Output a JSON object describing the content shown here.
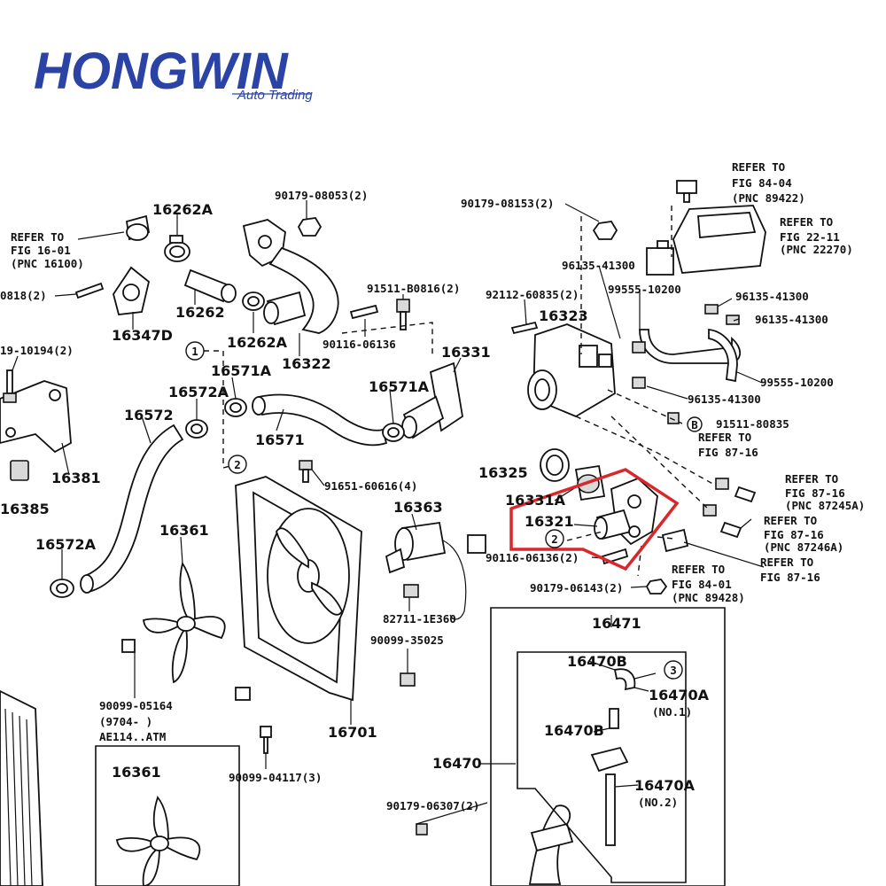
{
  "logo": {
    "brand": "HONGWIN",
    "sub": "Auto Trading"
  },
  "highlight_color": "#d9272b",
  "labels": {
    "l_90179_08053": "90179-08053(2)",
    "l_16262A_top": "16262A",
    "l_refer_16_01_a": "REFER TO",
    "l_refer_16_01_b": "FIG 16-01",
    "l_refer_16_01_c": "(PNC 16100)",
    "l_0818": "0818(2)",
    "l_16262": "16262",
    "l_16347D": "16347D",
    "l_16262A_mid": "16262A",
    "l_16322": "16322",
    "l_91511_B0816": "91511-B0816(2)",
    "l_90116_06136_top": "90116-06136",
    "l_16331": "16331",
    "l_19_10194": "19-10194(2)",
    "l_16571A_left": "16571A",
    "l_16572A_top": "16572A",
    "l_16571A_right": "16571A",
    "l_16572": "16572",
    "l_16571": "16571",
    "l_16381": "16381",
    "l_16385": "16385",
    "l_91651": "91651-60616(4)",
    "l_16363": "16363",
    "l_16572A_bot": "16572A",
    "l_16361_top": "16361",
    "l_82711": "82711-1E360",
    "l_90099_35025": "90099-35025",
    "l_90099_05164": "90099-05164",
    "l_9704": "(9704-        )",
    "l_AE114": "AE114..ATM",
    "l_16701": "16701",
    "l_16361_bot": "16361",
    "l_90099_04117": "90099-04117(3)",
    "l_90179_08153": "90179-08153(2)",
    "l_96135_41300_a": "96135-41300",
    "l_92112": "92112-60835(2)",
    "l_16323": "16323",
    "l_99555_10200_a": "99555-10200",
    "l_96135_41300_b": "96135-41300",
    "l_96135_41300_c": "96135-41300",
    "l_99555_10200_b": "99555-10200",
    "l_96135_41300_d": "96135-41300",
    "l_91511_80835": "91511-80835",
    "l_refer_84_04_a": "REFER TO",
    "l_refer_84_04_b": "FIG 84-04",
    "l_refer_84_04_c": "(PNC 89422)",
    "l_refer_22_11_a": "REFER TO",
    "l_refer_22_11_b": "FIG 22-11",
    "l_refer_22_11_c": "(PNC 22270)",
    "l_refer_87_16_a1": "REFER TO",
    "l_refer_87_16_a2": "FIG 87-16",
    "l_16325": "16325",
    "l_16331A": "16331A",
    "l_refer_87_16_b1": "REFER TO",
    "l_refer_87_16_b2": "FIG 87-16",
    "l_refer_87_16_b3": "(PNC 87245A)",
    "l_16321": "16321",
    "l_refer_87_16_c1": "REFER TO",
    "l_refer_87_16_c2": "FIG 87-16",
    "l_refer_87_16_c3": "(PNC 87246A)",
    "l_90116_06136_bot": "90116-06136(2)",
    "l_refer_84_01_a": "REFER TO",
    "l_refer_84_01_b": "FIG 84-01",
    "l_refer_84_01_c": "(PNC 89428)",
    "l_refer_87_16_d1": "REFER TO",
    "l_refer_87_16_d2": "FIG 87-16",
    "l_90179_06143": "90179-06143(2)",
    "l_16471": "16471",
    "l_16470B_top": "16470B",
    "l_16470A_1": "16470A",
    "l_no1": "(NO.1)",
    "l_16470B_bot": "16470B",
    "l_16470": "16470",
    "l_16470A_2": "16470A",
    "l_no2": "(NO.2)",
    "l_90179_06307": "90179-06307(2)"
  },
  "callouts": {
    "c1": "1",
    "c2a": "2",
    "c2b": "2",
    "c3": "3",
    "cB": "B"
  }
}
